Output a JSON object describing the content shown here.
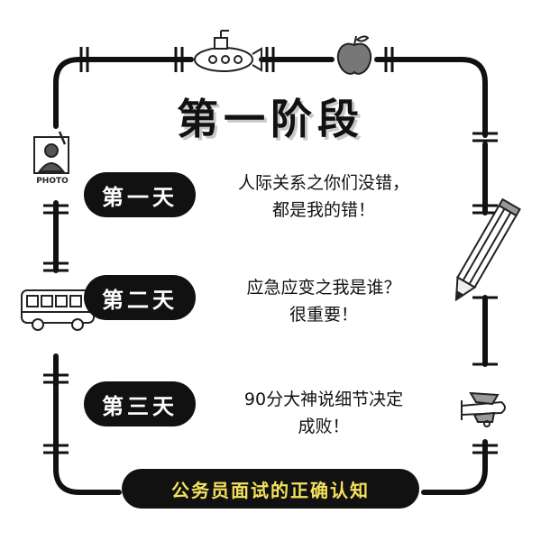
{
  "title": "第一阶段",
  "days": [
    {
      "label": "第一天",
      "lines": [
        "人际关系之你们没错，",
        "都是我的错！"
      ]
    },
    {
      "label": "第二天",
      "lines": [
        "应急应变之我是谁？",
        "很重要！"
      ]
    },
    {
      "label": "第三天",
      "lines": [
        "90分大神说细节决定",
        "成败！"
      ]
    }
  ],
  "footer": "公务员面试的正确认知",
  "photo_label": "PHOTO",
  "colors": {
    "ink": "#111111",
    "banner_text": "#f4e25a",
    "background": "#ffffff"
  },
  "icons": [
    "submarine-icon",
    "apple-icon",
    "photo-icon",
    "pencil-icon",
    "bus-icon",
    "airplane-icon"
  ]
}
